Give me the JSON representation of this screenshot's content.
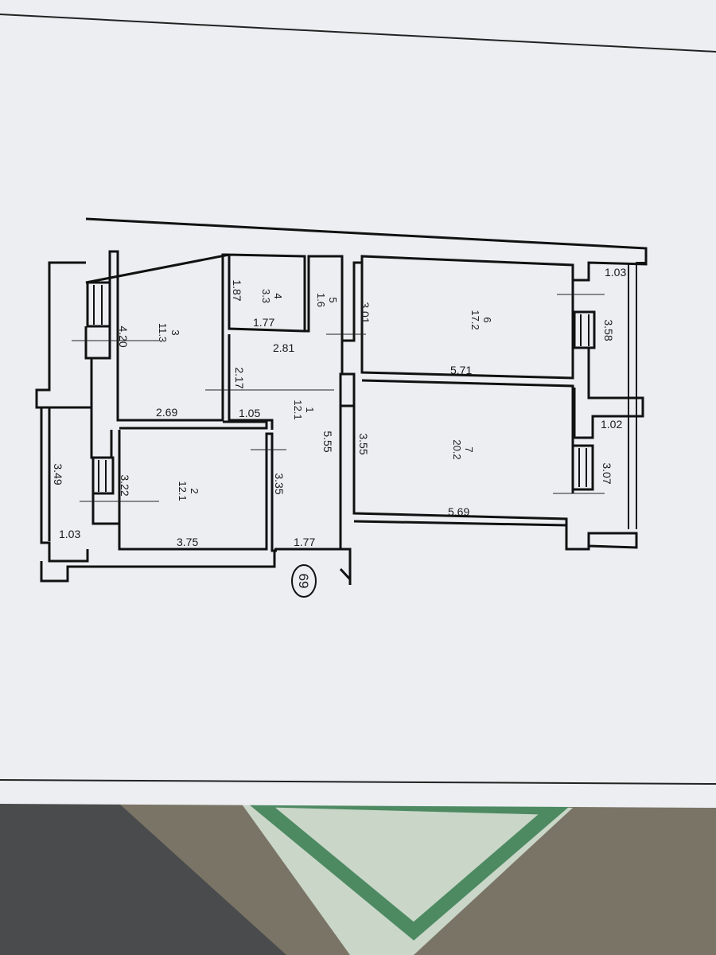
{
  "plan": {
    "marker": "69",
    "rooms": [
      {
        "id": "1",
        "area": "12.1"
      },
      {
        "id": "2",
        "area": "12.1"
      },
      {
        "id": "3",
        "area": "11.3"
      },
      {
        "id": "4",
        "area": "3.3"
      },
      {
        "id": "5",
        "area": "1.6"
      },
      {
        "id": "6",
        "area": "17.2"
      },
      {
        "id": "7",
        "area": "20.2"
      }
    ],
    "dimensions": {
      "room3_width": "2.69",
      "room3_height": "4.20",
      "room4_height": "1.87",
      "room4_width": "1.77",
      "hall_width": "2.81",
      "hall_segment": "2.17",
      "hall_bottom_segment": "1.05",
      "hall_height": "5.55",
      "room5_right": "3.01",
      "room2_width": "3.75",
      "room2_height": "3.22",
      "room2_inner_height": "3.35",
      "corridor_width": "1.77",
      "balcony_left_height": "3.49",
      "balcony_left_width": "1.03",
      "room6_width": "5.71",
      "room6_height": "3.58",
      "balcony_top_right": "1.03",
      "room7_width": "5.69",
      "room7_height": "3.07",
      "balcony_right": "1.02",
      "room7_left": "3.55"
    }
  }
}
